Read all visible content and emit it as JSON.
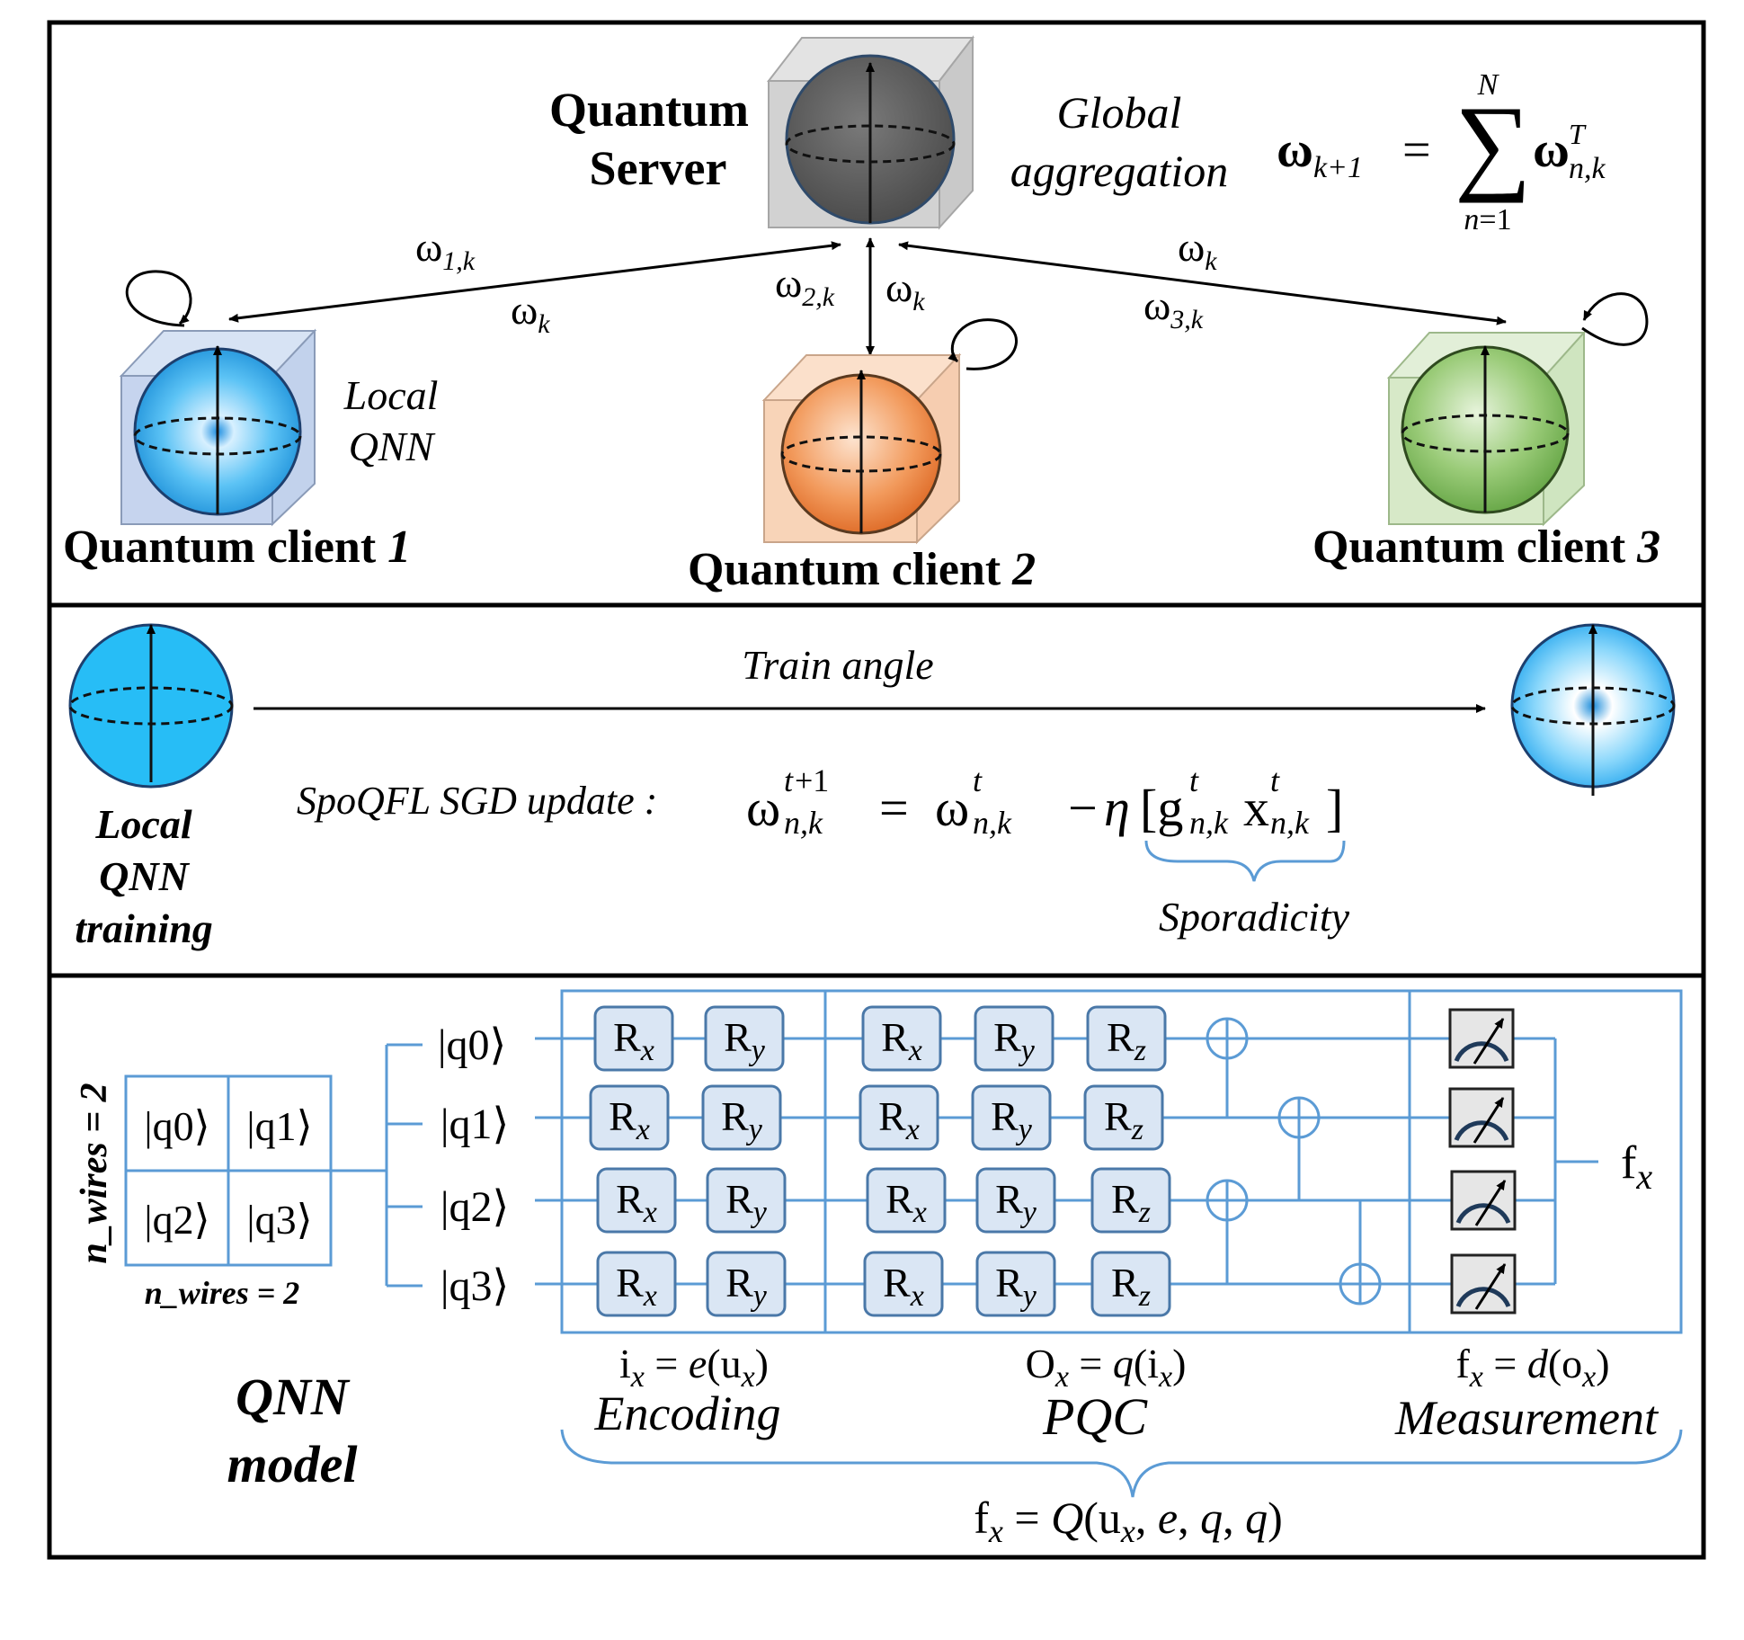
{
  "panel1": {
    "server_title_line1": "Quantum",
    "server_title_line2": "Server",
    "global_line1": "Global",
    "global_line2": "aggregation",
    "aggregation_formula": "ω_{k+1} = Σ_{n=1}^{N} ω^T_{n,k}",
    "local_qnn_line1": "Local",
    "local_qnn_line2": "QNN",
    "client1_label": "Quantum client",
    "client1_num": "1",
    "client2_label": "Quantum client",
    "client2_num": "2",
    "client3_label": "Quantum client",
    "client3_num": "3",
    "edge_labels": {
      "w1k_upper": "ω1,k",
      "wk_left": "ωk",
      "w2k": "ω2,k",
      "wk_mid": "ωk",
      "wk_right": "ωk",
      "w3k": "ω3,k"
    },
    "colors": {
      "client1": "#3a8fd6",
      "client2": "#e8894a",
      "client3": "#7cb65a",
      "server": "#5a5a5a"
    }
  },
  "panel2": {
    "train_angle": "Train angle",
    "local_training_line1": "Local",
    "local_training_line2": "QNN",
    "local_training_line3": "training",
    "update_label": "SpoQFL SGD update :",
    "update_formula": "ω^{t+1}_{n,k} = ω^t_{n,k} − η[g^t_{n,k} x^t_{n,k}]",
    "sporadicity": "Sporadicity"
  },
  "panel3": {
    "n_wires_vertical": "n_wires = 2",
    "n_wires_bottom": "n_wires = 2",
    "grid_cells": [
      "|q0⟩",
      "|q1⟩",
      "|q2⟩",
      "|q3⟩"
    ],
    "qubits": [
      "|q0⟩",
      "|q1⟩",
      "|q2⟩",
      "|q3⟩"
    ],
    "encoding_gates": [
      "Rx",
      "Ry"
    ],
    "pqc_gates": [
      "Rx",
      "Ry",
      "Rz"
    ],
    "output": "fx",
    "encoding_eq": "ix = e(ux)",
    "encoding_label": "Encoding",
    "pqc_eq": "Ox = q(ix)",
    "pqc_label": "PQC",
    "measurement_eq": "fx = d(ox)",
    "measurement_label": "Measurement",
    "model_eq": "fx = Q(ux, e, q, q)",
    "qnn_model_line1": "QNN",
    "qnn_model_line2": "model",
    "colors": {
      "circuit_line": "#5b9bd5",
      "gate_fill": "#dae6f4",
      "gate_stroke": "#4a78a8"
    }
  }
}
